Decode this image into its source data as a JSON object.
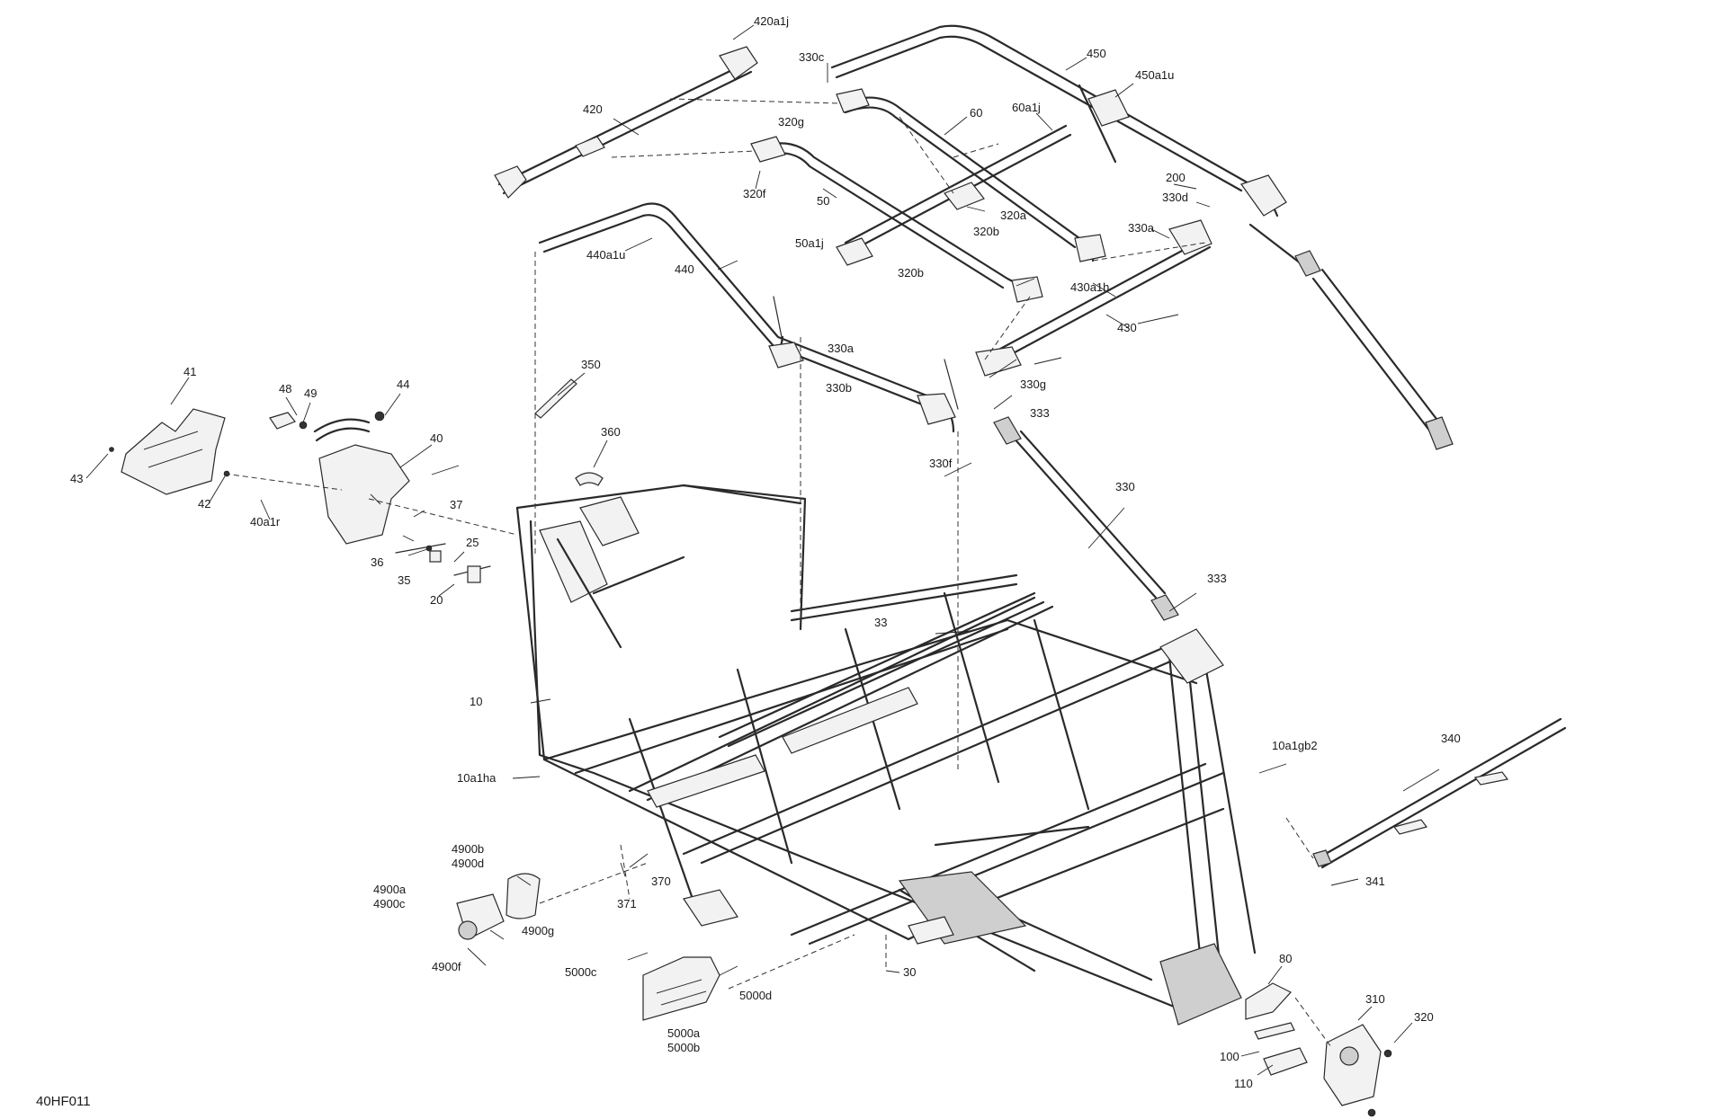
{
  "figure_id": "40HF011",
  "callouts": [
    {
      "id": "c-420a1j",
      "text": "420a1j"
    },
    {
      "id": "c-330c",
      "text": "330c"
    },
    {
      "id": "c-450",
      "text": "450"
    },
    {
      "id": "c-450a1u",
      "text": "450a1u"
    },
    {
      "id": "c-420",
      "text": "420"
    },
    {
      "id": "c-320g",
      "text": "320g"
    },
    {
      "id": "c-60",
      "text": "60"
    },
    {
      "id": "c-60a1j",
      "text": "60a1j"
    },
    {
      "id": "c-320f",
      "text": "320f"
    },
    {
      "id": "c-50",
      "text": "50"
    },
    {
      "id": "c-200",
      "text": "200"
    },
    {
      "id": "c-330d",
      "text": "330d"
    },
    {
      "id": "c-320a",
      "text": "320a"
    },
    {
      "id": "c-320b-1",
      "text": "320b"
    },
    {
      "id": "c-330a-1",
      "text": "330a"
    },
    {
      "id": "c-50a1j",
      "text": "50a1j"
    },
    {
      "id": "c-320b-2",
      "text": "320b"
    },
    {
      "id": "c-440a1u",
      "text": "440a1u"
    },
    {
      "id": "c-440",
      "text": "440"
    },
    {
      "id": "c-430a1h",
      "text": "430a1h"
    },
    {
      "id": "c-430",
      "text": "430"
    },
    {
      "id": "c-330a-2",
      "text": "330a"
    },
    {
      "id": "c-350",
      "text": "350"
    },
    {
      "id": "c-330b",
      "text": "330b"
    },
    {
      "id": "c-330g",
      "text": "330g"
    },
    {
      "id": "c-333-1",
      "text": "333"
    },
    {
      "id": "c-41",
      "text": "41"
    },
    {
      "id": "c-48",
      "text": "48"
    },
    {
      "id": "c-49",
      "text": "49"
    },
    {
      "id": "c-44",
      "text": "44"
    },
    {
      "id": "c-360",
      "text": "360"
    },
    {
      "id": "c-330f",
      "text": "330f"
    },
    {
      "id": "c-40",
      "text": "40"
    },
    {
      "id": "c-43",
      "text": "43"
    },
    {
      "id": "c-42",
      "text": "42"
    },
    {
      "id": "c-330",
      "text": "330"
    },
    {
      "id": "c-40a1r",
      "text": "40a1r"
    },
    {
      "id": "c-37",
      "text": "37"
    },
    {
      "id": "c-25",
      "text": "25"
    },
    {
      "id": "c-36",
      "text": "36"
    },
    {
      "id": "c-35",
      "text": "35"
    },
    {
      "id": "c-20",
      "text": "20"
    },
    {
      "id": "c-333-2",
      "text": "333"
    },
    {
      "id": "c-33",
      "text": "33"
    },
    {
      "id": "c-10",
      "text": "10"
    },
    {
      "id": "c-340",
      "text": "340"
    },
    {
      "id": "c-10a1gb2",
      "text": "10a1gb2"
    },
    {
      "id": "c-10a1ha",
      "text": "10a1ha"
    },
    {
      "id": "c-4900b",
      "text": "4900b"
    },
    {
      "id": "c-4900d",
      "text": "4900d"
    },
    {
      "id": "c-370",
      "text": "370"
    },
    {
      "id": "c-341",
      "text": "341"
    },
    {
      "id": "c-4900a",
      "text": "4900a"
    },
    {
      "id": "c-4900c",
      "text": "4900c"
    },
    {
      "id": "c-371",
      "text": "371"
    },
    {
      "id": "c-4900g",
      "text": "4900g"
    },
    {
      "id": "c-4900f",
      "text": "4900f"
    },
    {
      "id": "c-5000c",
      "text": "5000c"
    },
    {
      "id": "c-30",
      "text": "30"
    },
    {
      "id": "c-80",
      "text": "80"
    },
    {
      "id": "c-5000d",
      "text": "5000d"
    },
    {
      "id": "c-310",
      "text": "310"
    },
    {
      "id": "c-320",
      "text": "320"
    },
    {
      "id": "c-5000a",
      "text": "5000a"
    },
    {
      "id": "c-5000b",
      "text": "5000b"
    },
    {
      "id": "c-100",
      "text": "100"
    },
    {
      "id": "c-110",
      "text": "110"
    }
  ]
}
